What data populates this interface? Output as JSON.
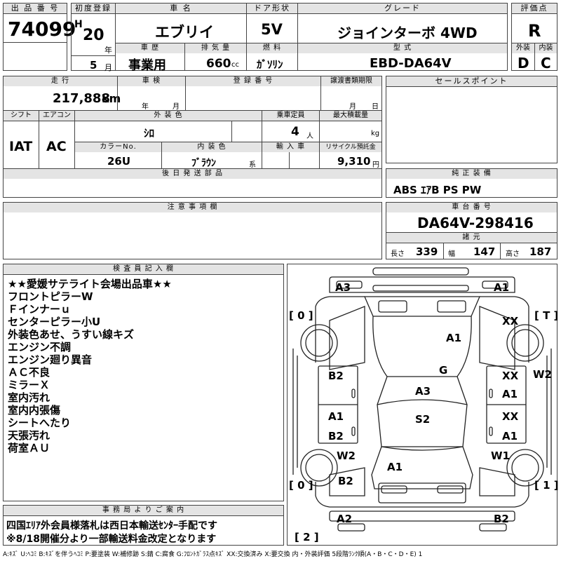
{
  "header": {
    "lot_label": "出 品 番 号",
    "lot_value": "74099",
    "first_reg_label": "初度登録",
    "era": "H",
    "year": "20",
    "year_unit": "年",
    "month": "5",
    "month_unit": "月",
    "car_name_label": "車 名",
    "car_name": "エブリイ",
    "door_label": "ドア形状",
    "door": "5V",
    "grade_label": "グレード",
    "grade": "ジョインターボ 4WD",
    "score_label": "評価点",
    "score": "R",
    "history_label": "車 歴",
    "history": "事業用",
    "displacement_label": "排 気 量",
    "displacement": "660",
    "displacement_unit": "cc",
    "fuel_label": "燃 料",
    "fuel": "ｶﾞｿﾘﾝ",
    "model_label": "型 式",
    "model": "EBD-DA64V",
    "exterior_label": "外装",
    "exterior": "D",
    "interior_label": "内装",
    "interior": "C"
  },
  "row2": {
    "mileage_label": "走 行",
    "mileage": "217,888",
    "mileage_unit": "km",
    "inspection_label": "車 検",
    "inspection_year": "年",
    "inspection_month": "月",
    "plate_label": "登 録 番 号",
    "transfer_label": "譲渡書類期限",
    "transfer_month": "月",
    "transfer_day": "日",
    "sales_label": "セールスポイント"
  },
  "row3": {
    "shift_label": "シフト",
    "shift": "IAT",
    "ac_label": "エアコン",
    "ac": "AC",
    "color_label": "外 装 色",
    "color": "ｼﾛ",
    "capacity_label": "乗車定員",
    "capacity": "4",
    "capacity_unit": "人",
    "max_load_label": "最大積載量",
    "max_load_unit": "kg",
    "color_no_label": "カラーNo.",
    "color_no": "26U",
    "int_color_label": "内 装 色",
    "int_color": "ﾌﾞﾗｳﾝ",
    "int_color_suffix": "系",
    "import_label": "輸 入 車",
    "recycle_label": "リサイクル預託金",
    "recycle": "9,310",
    "recycle_unit": "円"
  },
  "parts": {
    "later_parts_label": "後 日 発 送 部 品",
    "genuine_label": "純 正 装 備",
    "genuine": "ABS ｴｱB PS PW"
  },
  "notes": {
    "caution_label": "注 意 事 項 欄",
    "chassis_label": "車 台 番 号",
    "chassis": "DA64V-298416",
    "spec_label": "諸 元",
    "length_label": "長さ",
    "length": "339",
    "width_label": "幅",
    "width": "147",
    "height_label": "高さ",
    "height": "187"
  },
  "inspector": {
    "title": "検 査 員 記 入 欄",
    "lines": [
      "★★愛媛サテライト会場出品車★★",
      "フロントピラーW",
      "Ｆインナーｕ",
      "センターピラー小U",
      "外装色あせ、うすい線キズ",
      "エンジン不調",
      "エンジン廻り異音",
      "ＡＣ不良",
      "ミラーＸ",
      "室内汚れ",
      "室内内張傷",
      "シートへたり",
      "天張汚れ",
      "荷室ＡＵ"
    ]
  },
  "office": {
    "title": "事 務 局 よ り ご 案 内",
    "line1": "四国ｴﾘｱ外会員様落札は西日本輸送ｾﾝﾀｰ手配です",
    "line2": "※8/18開催分より一部輸送料金改定となります"
  },
  "diagram": {
    "marks": {
      "a3_top": "A3",
      "a1_top": "A1",
      "bracket_fl": "[ 0 ]",
      "bracket_t": "[ T ]",
      "xx_rf": "XX",
      "a1_hood": "A1",
      "g_glass": "G",
      "b2_left": "B2",
      "xx_r1": "XX",
      "w2_right": "W2",
      "a3_roof": "A3",
      "a1_r1": "A1",
      "a1_left": "A1",
      "xx_r2": "XX",
      "s2_roof": "S2",
      "b2_left2": "B2",
      "a1_r2": "A1",
      "w2_left": "W2",
      "w1_right": "W1",
      "a1_rear": "A1",
      "bracket_rl": "[ 0 ]",
      "b2_rear": "B2",
      "bracket_1": "[ 1 ]",
      "a2_bottom": "A2",
      "b2_bottom": "B2",
      "bracket_2": "[ 2 ]"
    }
  },
  "legend": "A:ｷｽﾞ U:ﾍｺﾐ B:ｷｽﾞを伴うﾍｺﾐ P:要塗装 W:補修跡 S:錆 C:腐食 G:ﾌﾛﾝﾄｶﾞﾗｽ点ｷｽﾞ XX:交換済み X:要交換 内・外装評価 5段階ﾗﾝｸ順(A・B・C・D・E) 1"
}
